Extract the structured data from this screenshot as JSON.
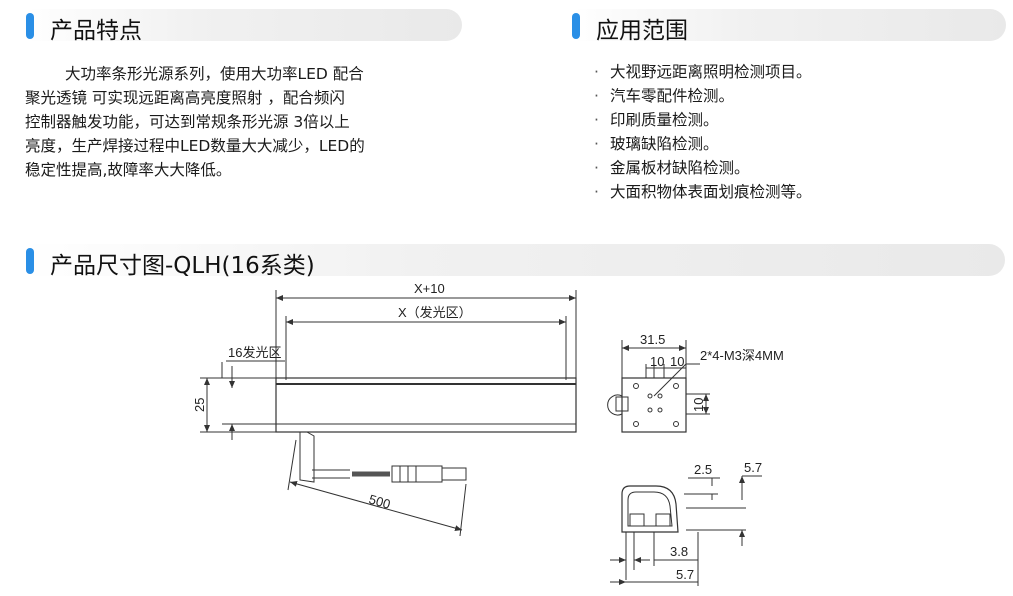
{
  "features": {
    "title": "产品特点",
    "lines": [
      "大功率条形光源系列，使用大功率LED 配合",
      "聚光透镜 可实现远距离高亮度照射 ，配合频闪",
      "控制器触发功能，可达到常规条形光源 3倍以上",
      "亮度，生产焊接过程中LED数量大大减少，LED的",
      "稳定性提高,故障率大大降低。"
    ]
  },
  "applications": {
    "title": "应用范围",
    "bullet": "·",
    "items": [
      "大视野远距离照明检测项目。",
      "汽车零配件检测。",
      "印刷质量检测。",
      "玻璃缺陷检测。",
      "金属板材缺陷检测。",
      "大面积物体表面划痕检测等。"
    ]
  },
  "dimensions": {
    "title": "产品尺寸图-QLH(16系类)",
    "front": {
      "total_length": "X+10",
      "emitting_length": "X（发光区）",
      "emitting_width": "16发光区",
      "height": "25",
      "cable_length": "500"
    },
    "side": {
      "width": "31.5",
      "spacing_a": "10",
      "spacing_b": "10",
      "holes": "2*4-M3深4MM",
      "vertical": "10"
    },
    "profile": {
      "top_small": "2.5",
      "top_right": "5.7",
      "bottom_small": "3.8",
      "bottom_wide": "5.7"
    }
  },
  "colors": {
    "accent": "#2a8fe6",
    "line": "#333333"
  }
}
